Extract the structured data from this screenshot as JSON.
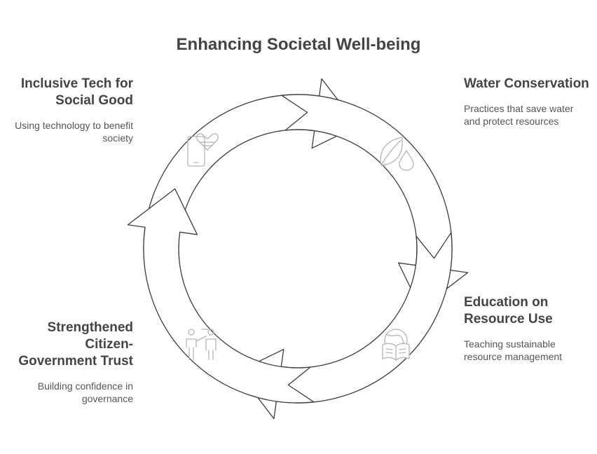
{
  "title": "Enhancing Societal Well-being",
  "steps": [
    {
      "heading": "Inclusive Tech for Social Good",
      "description": "Using technology to benefit society",
      "icon": "phone-heart-icon"
    },
    {
      "heading": "Water Conservation",
      "description": "Practices that save water and protect resources",
      "icon": "leaf-drop-icon"
    },
    {
      "heading": "Education on Resource Use",
      "description": "Teaching sustainable resource management",
      "icon": "globe-book-icon"
    },
    {
      "heading": "Strengthened Citizen-Government Trust",
      "description": "Building confidence in governance",
      "icon": "presenter-audience-icon"
    }
  ],
  "colors": {
    "outline": "#3c3c3c",
    "icon": "#b5b5b5",
    "text": "#444444"
  }
}
